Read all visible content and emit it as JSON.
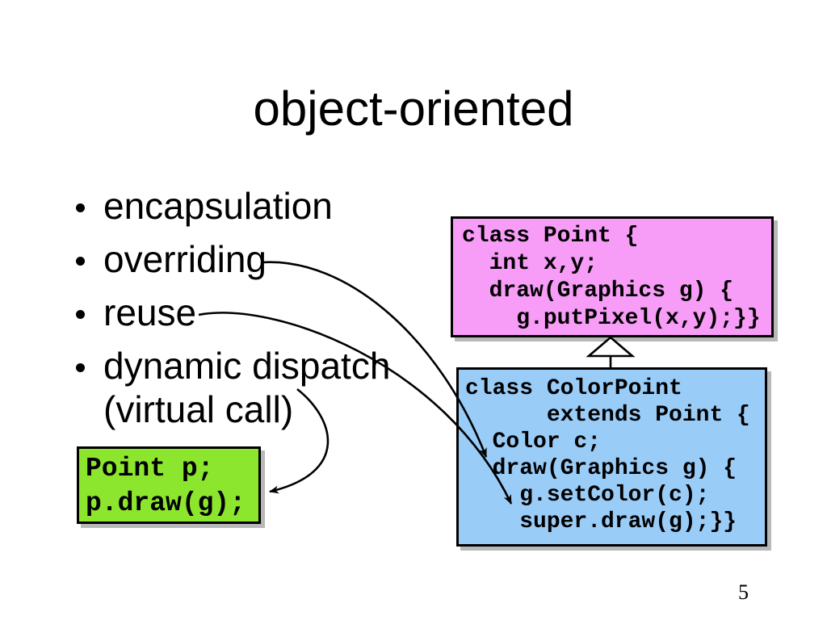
{
  "title": "object-oriented",
  "page_number": "5",
  "bullets": [
    "encapsulation",
    "overriding",
    "reuse",
    "dynamic dispatch (virtual call)"
  ],
  "code_boxes": {
    "point": {
      "code": "class Point {\n  int x,y;\n  draw(Graphics g) {\n    g.putPixel(x,y);}}",
      "fill": "#f79cf7"
    },
    "colorpoint": {
      "code": "class ColorPoint\n      extends Point {\n  Color c;\n  draw(Graphics g) {\n    g.setColor(c);\n    super.draw(g);}}",
      "fill": "#9accf8"
    },
    "usage": {
      "code": "Point p;\np.draw(g);",
      "fill": "#8de62e"
    }
  },
  "connectors": [
    {
      "name": "overriding-to-draw",
      "from": "overriding",
      "to": "ColorPoint.draw"
    },
    {
      "name": "reuse-to-super-draw",
      "from": "reuse",
      "to": "super.draw(g)"
    },
    {
      "name": "dispatch-to-usage",
      "from": "dynamic dispatch (virtual call)",
      "to": "p.draw(g)"
    },
    {
      "name": "inheritance-triangle",
      "from": "ColorPoint",
      "to": "Point"
    }
  ],
  "colors": {
    "background": "#ffffff",
    "text": "#000000",
    "shadow": "#b8b8b8",
    "arrow": "#000000"
  }
}
